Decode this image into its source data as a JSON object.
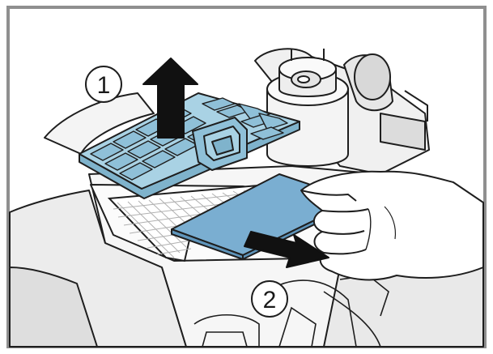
{
  "illustration": {
    "steps": [
      {
        "number": "1",
        "action": "lift"
      },
      {
        "number": "2",
        "action": "pull-out"
      }
    ],
    "colors": {
      "frame": "#8f8f8f",
      "outline": "#1e1e1e",
      "filter_cover": "#a9d2e4",
      "filter_cover_dark": "#7fb3cc",
      "filter_pad": "#7aaed1",
      "grid": "#b0b0b0",
      "body_light": "#f2f2f2",
      "body_shade": "#dcdcdc"
    }
  }
}
